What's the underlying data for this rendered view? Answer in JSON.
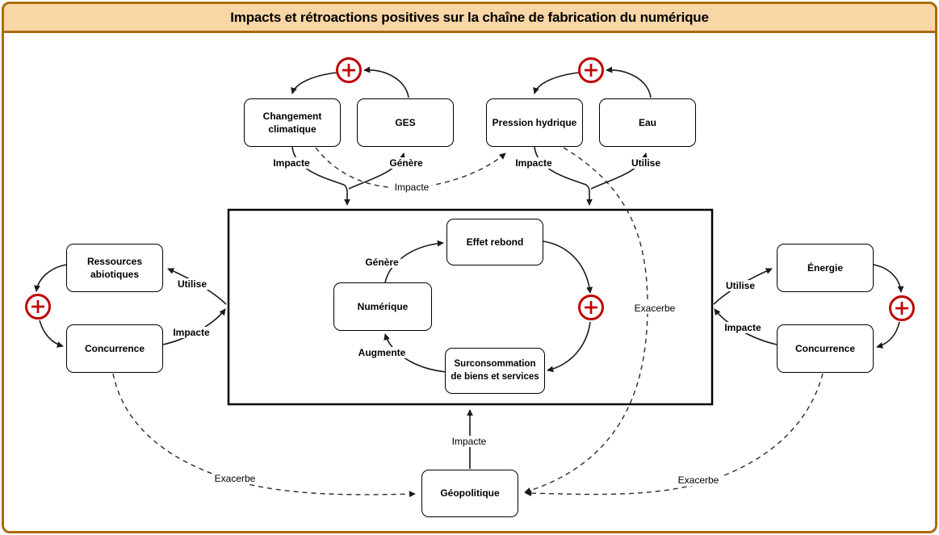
{
  "title": "Impacts et rétroactions positives sur la chaîne de fabrication du numérique",
  "colors": {
    "frame_border": "#AC6B0E",
    "title_bg": "#F9D6A6",
    "loop_red": "#C00000",
    "line": "#1a1a1a",
    "node_border": "#000000",
    "background": "#ffffff"
  },
  "icons": {
    "positive_feedback": "plus-in-circle"
  },
  "nodes": {
    "changement_climatique": {
      "label": "Changement\nclimatique"
    },
    "ges": {
      "label": "GES"
    },
    "pression_hydrique": {
      "label": "Pression hydrique"
    },
    "eau": {
      "label": "Eau"
    },
    "ressources_abiotiques": {
      "label": "Ressources\nabiotiques"
    },
    "concurrence_gauche": {
      "label": "Concurrence"
    },
    "energie": {
      "label": "Énergie"
    },
    "concurrence_droite": {
      "label": "Concurrence"
    },
    "effet_rebond": {
      "label": "Effet rebond"
    },
    "numerique": {
      "label": "Numérique"
    },
    "surconsommation": {
      "label": "Surconsommation\nde biens et services"
    },
    "geopolitique": {
      "label": "Géopolitique"
    }
  },
  "edge_labels": {
    "cc_impacte": {
      "text": "Impacte"
    },
    "ges_genere": {
      "text": "Génère"
    },
    "ph_impacte": {
      "text": "Impacte"
    },
    "eau_utilise": {
      "text": "Utilise"
    },
    "left_utilise": {
      "text": "Utilise"
    },
    "left_impacte": {
      "text": "Impacte"
    },
    "right_utilise": {
      "text": "Utilise"
    },
    "right_impacte": {
      "text": "Impacte"
    },
    "center_genere": {
      "text": "Génère"
    },
    "center_augmente": {
      "text": "Augmente"
    },
    "cc_ph_impacte": {
      "text": "Impacte"
    },
    "exacerbe_mid": {
      "text": "Exacerbe"
    },
    "geo_impacte": {
      "text": "Impacte"
    },
    "exacerbe_left": {
      "text": "Exacerbe"
    },
    "exacerbe_right": {
      "text": "Exacerbe"
    }
  },
  "relations": [
    {
      "from": "GES",
      "to": "Changement climatique",
      "via": "+",
      "line": "solid"
    },
    {
      "from": "Eau",
      "to": "Pression hydrique",
      "via": "+",
      "line": "solid"
    },
    {
      "from": "Ressources abiotiques",
      "to": "Concurrence (gauche)",
      "via": "+",
      "line": "solid"
    },
    {
      "from": "Énergie",
      "to": "Concurrence (droite)",
      "via": "+",
      "line": "solid"
    },
    {
      "from": "Effet rebond",
      "to": "Surconsommation de biens et services",
      "via": "+",
      "line": "solid"
    },
    {
      "from": "Numérique",
      "to": "Effet rebond",
      "label": "Génère",
      "line": "solid"
    },
    {
      "from": "Surconsommation de biens et services",
      "to": "Numérique",
      "label": "Augmente",
      "line": "solid"
    },
    {
      "from": "Changement climatique",
      "to": "cadre central",
      "label": "Impacte",
      "line": "solid"
    },
    {
      "from": "cadre central",
      "to": "GES",
      "label": "Génère",
      "line": "solid"
    },
    {
      "from": "Pression hydrique",
      "to": "cadre central",
      "label": "Impacte",
      "line": "solid"
    },
    {
      "from": "cadre central",
      "to": "Eau",
      "label": "Utilise",
      "line": "solid"
    },
    {
      "from": "cadre central",
      "to": "Ressources abiotiques",
      "label": "Utilise",
      "line": "solid"
    },
    {
      "from": "Concurrence (gauche)",
      "to": "cadre central",
      "label": "Impacte",
      "line": "solid"
    },
    {
      "from": "cadre central",
      "to": "Énergie",
      "label": "Utilise",
      "line": "solid"
    },
    {
      "from": "Concurrence (droite)",
      "to": "cadre central",
      "label": "Impacte",
      "line": "solid"
    },
    {
      "from": "Géopolitique",
      "to": "cadre central",
      "label": "Impacte",
      "line": "solid"
    },
    {
      "from": "Changement climatique",
      "to": "Pression hydrique",
      "label": "Impacte",
      "line": "dashed"
    },
    {
      "from": "Pression hydrique",
      "to": "Géopolitique",
      "label": "Exacerbe",
      "line": "dashed"
    },
    {
      "from": "Concurrence (gauche)",
      "to": "Géopolitique",
      "label": "Exacerbe",
      "line": "dashed"
    },
    {
      "from": "Concurrence (droite)",
      "to": "Géopolitique",
      "label": "Exacerbe",
      "line": "dashed"
    }
  ]
}
